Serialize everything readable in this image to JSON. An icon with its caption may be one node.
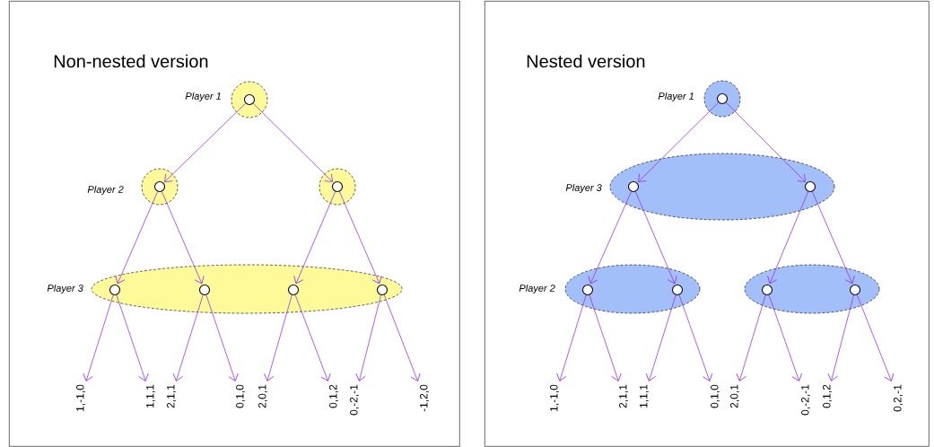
{
  "diagram": {
    "nodes": [
      {
        "text": [
          "Non-nested version"
        ]
      },
      {
        "text": [],
        "shape": "circle",
        "in": 0,
        "beside": [
          "Player 1"
        ]
      },
      {
        "text": [],
        "shape": "circle",
        "in": 1
      },
      {
        "text": [],
        "shape": "circle",
        "in": 0,
        "beside": [
          "Player 2"
        ]
      },
      {
        "text": [],
        "shape": "circle",
        "in": 3
      },
      {
        "text": [],
        "shape": "circle",
        "in": 0
      },
      {
        "text": [],
        "shape": "circle",
        "in": 5
      },
      {
        "text": [],
        "shape": "ellipse",
        "in": 0,
        "beside": [
          "Player 3"
        ]
      },
      {
        "text": [],
        "shape": "circle",
        "in": 7
      },
      {
        "text": [],
        "shape": "circle",
        "in": 7
      },
      {
        "text": [],
        "shape": "circle",
        "in": 7
      },
      {
        "text": [],
        "shape": "circle",
        "in": 7
      },
      {
        "text": [
          "1,-1,0"
        ],
        "in": 0
      },
      {
        "text": [
          "1,1,1"
        ],
        "in": 0
      },
      {
        "text": [
          "2,1,1"
        ],
        "in": 0
      },
      {
        "text": [
          "0,1,0"
        ],
        "in": 0
      },
      {
        "text": [
          "2,0,1"
        ],
        "in": 0
      },
      {
        "text": [
          "0,1,2"
        ],
        "in": 0
      },
      {
        "text": [
          "0,-2,-1"
        ],
        "in": 0
      },
      {
        "text": [
          "-1,2,0"
        ],
        "in": 0
      },
      {
        "text": [
          "Nested version"
        ]
      },
      {
        "text": [],
        "shape": "circle",
        "in": 20,
        "beside": [
          "Player 1"
        ]
      },
      {
        "text": [],
        "shape": "circle",
        "in": 21
      },
      {
        "text": [],
        "shape": "ellipse",
        "in": 20,
        "beside": [
          "Player 3"
        ]
      },
      {
        "text": [],
        "shape": "circle",
        "in": 23
      },
      {
        "text": [],
        "shape": "circle",
        "in": 23
      },
      {
        "text": [],
        "shape": "ellipse",
        "in": 20,
        "beside": [
          "Player 2"
        ]
      },
      {
        "text": [],
        "shape": "circle",
        "in": 26
      },
      {
        "text": [],
        "shape": "circle",
        "in": 26
      },
      {
        "text": [],
        "shape": "ellipse",
        "in": 20
      },
      {
        "text": [],
        "shape": "circle",
        "in": 29
      },
      {
        "text": [],
        "shape": "circle",
        "in": 29
      },
      {
        "text": [
          "1,-1,0"
        ],
        "in": 20
      },
      {
        "text": [
          "2,1,1"
        ],
        "in": 20
      },
      {
        "text": [
          "1,1,1"
        ],
        "in": 20
      },
      {
        "text": [
          "0,1,0"
        ],
        "in": 20
      },
      {
        "text": [
          "2,0,1"
        ],
        "in": 20
      },
      {
        "text": [
          "0,-2,-1"
        ],
        "in": 20
      },
      {
        "text": [
          "0,1,2"
        ],
        "in": 20
      },
      {
        "text": [
          "0,2,-1"
        ],
        "in": 20
      }
    ],
    "edges": [
      {
        "from": 2,
        "to": 4,
        "arrow": "to"
      },
      {
        "from": 2,
        "to": 6,
        "arrow": "to"
      },
      {
        "from": 4,
        "to": 8,
        "arrow": "to"
      },
      {
        "from": 4,
        "to": 9,
        "arrow": "to"
      },
      {
        "from": 6,
        "to": 10,
        "arrow": "to"
      },
      {
        "from": 6,
        "to": 11,
        "arrow": "to"
      },
      {
        "from": 8,
        "to": 12,
        "arrow": "to"
      },
      {
        "from": 8,
        "to": 13,
        "arrow": "to"
      },
      {
        "from": 9,
        "to": 14,
        "arrow": "to"
      },
      {
        "from": 9,
        "to": 15,
        "arrow": "to"
      },
      {
        "from": 10,
        "to": 16,
        "arrow": "to"
      },
      {
        "from": 10,
        "to": 17,
        "arrow": "to"
      },
      {
        "from": 11,
        "to": 18,
        "arrow": "to"
      },
      {
        "from": 11,
        "to": 19,
        "arrow": "to"
      },
      {
        "from": 22,
        "to": 24,
        "arrow": "to"
      },
      {
        "from": 22,
        "to": 25,
        "arrow": "to"
      },
      {
        "from": 24,
        "to": 27,
        "arrow": "to"
      },
      {
        "from": 24,
        "to": 28,
        "arrow": "to"
      },
      {
        "from": 25,
        "to": 30,
        "arrow": "to"
      },
      {
        "from": 25,
        "to": 31,
        "arrow": "to"
      },
      {
        "from": 27,
        "to": 32,
        "arrow": "to"
      },
      {
        "from": 27,
        "to": 33,
        "arrow": "to"
      },
      {
        "from": 28,
        "to": 34,
        "arrow": "to"
      },
      {
        "from": 28,
        "to": 35,
        "arrow": "to"
      },
      {
        "from": 30,
        "to": 36,
        "arrow": "to"
      },
      {
        "from": 30,
        "to": 37,
        "arrow": "to"
      },
      {
        "from": 31,
        "to": 38,
        "arrow": "to"
      },
      {
        "from": 31,
        "to": 39,
        "arrow": "to"
      }
    ]
  }
}
